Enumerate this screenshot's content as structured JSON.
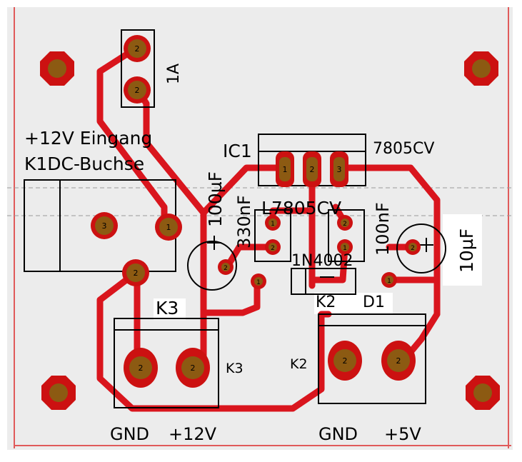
{
  "colors": {
    "background": "#ffffff",
    "board_fill": "#ececec",
    "outline": "#e05a5a",
    "trace": "#d9151d",
    "pad_ring": "#cc1111",
    "pad_copper": "#8c5a12",
    "silkscreen": "#000000"
  },
  "labels": {
    "fuse_value": "1A",
    "jack_line1": "+12V Eingang",
    "jack_line2": "K1DC-Buchse",
    "reg_ref": "IC1",
    "reg_value": "7805CV",
    "reg_overlay": "L7805CV",
    "cap_in_value": "100µF",
    "cap_330_value": "330nF",
    "cap_100n_value": "100nF",
    "cap_out_value": "10µF",
    "diode_value": "1N4002",
    "diode_ref_k2": "K2",
    "diode_ref": "D1",
    "k3_ref": "K3",
    "k3_side": "K3",
    "k2_side": "K2",
    "k3_gnd": "GND",
    "k3_12v": "+12V",
    "k2_gnd": "GND",
    "k2_5v": "+5V"
  },
  "pads": {
    "fuse_top": "2",
    "fuse_bottom": "2",
    "jack_left": "3",
    "jack_right": "1",
    "reg_1": "1",
    "reg_2": "2",
    "reg_3": "3",
    "c330_top": "1",
    "c330_bottom": "2",
    "c100n_top": "2",
    "c100n_bottom": "1",
    "cin_pos": "1",
    "cin_neg": "2",
    "cout_pos": "1",
    "cout_neg": "2",
    "k3_a": "2",
    "k3_b": "2",
    "k2_a": "2",
    "k2_b": "2"
  }
}
